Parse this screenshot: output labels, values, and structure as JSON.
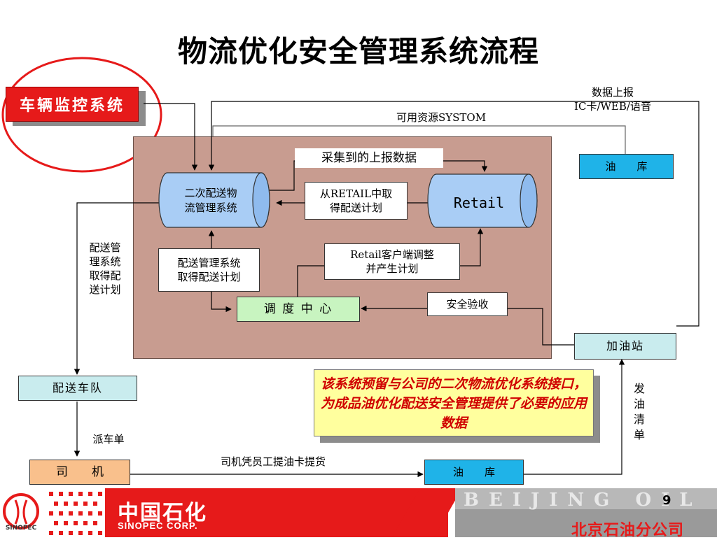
{
  "title": "物流优化安全管理系统流程",
  "vehicle_system": "车辆监控系统",
  "report_data_label": "数据上报\nIC卡/WEB/语音",
  "available_resources": "可用资源SYSTOM",
  "oil_depot_top": "油　　库",
  "collected_data": "采集到的上报数据",
  "secondary_system": "二次配送物\n流管理系统",
  "retail_cylinder": "Retail",
  "from_retail": "从RETAIL中取\n得配送计划",
  "dms_get_plan_box": "配送管理系统\n取得配送计划",
  "retail_client_adjust": "Retail客户端调整\n并产生计划",
  "dispatch_center": "调 度 中 心",
  "safety_acceptance": "安全验收",
  "side_text_dms": "配送管\n理系统\n取得配\n送计划",
  "gas_station": "加油站",
  "fleet": "配送车队",
  "dispatch_order": "派车单",
  "driver": "司　　机",
  "driver_note": "司机凭员工提油卡提货",
  "oil_depot_bottom": "油　　库",
  "issue_list": "发\n油\n清\n单",
  "note": "该系统预留与公司的二次物流优化系统接口，为成品油优化配送安全管理提供了必要的应用数据",
  "page_number": "9",
  "logo_cn": "中国石化",
  "logo_en": "SINOPEC CORP.",
  "logo_mark": "SINOPEC",
  "footer_banner": "BEIJING OIL",
  "company_name": "北京石油分公司",
  "colors": {
    "red": "#e61a1a",
    "cyan": "#1fb3e8",
    "panel": "#c89c90",
    "note_bg": "#ffff9e"
  }
}
